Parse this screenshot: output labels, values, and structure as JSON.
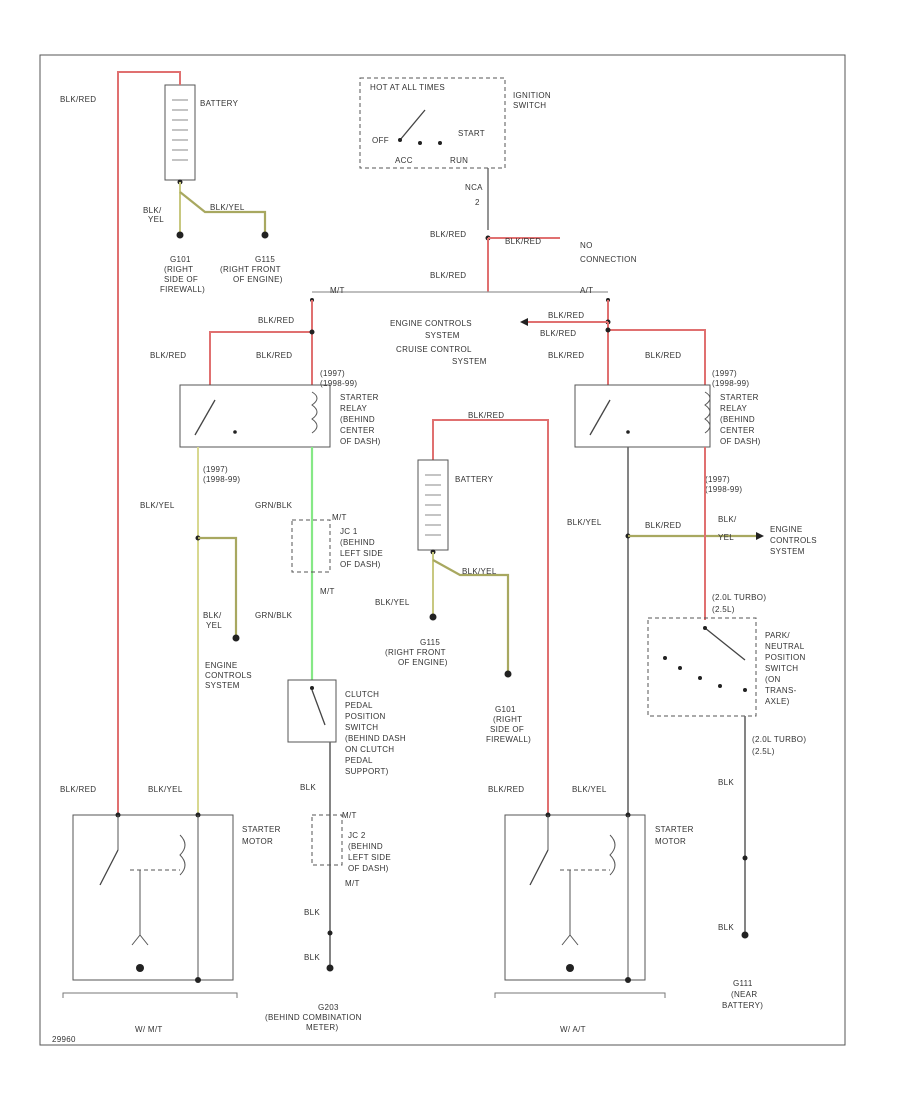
{
  "labels": {
    "bat1_wire": "BLK/RED",
    "bat1": "BATTERY",
    "bat1_neg_wire_a": "BLK/",
    "bat1_neg_wire_a2": "YEL",
    "bat1_neg_wire_b": "BLK/YEL",
    "g101": "G101",
    "g101_a": "(RIGHT",
    "g101_b": "SIDE OF",
    "g101_c": "FIREWALL)",
    "g115_top": "G115",
    "g115_top_a": "(RIGHT FRONT",
    "g115_top_b": "OF ENGINE)",
    "ign_mode": "HOT AT ALL TIMES",
    "ign_switch": "IGNITION",
    "ign_switch2": "SWITCH",
    "ign_off": "OFF",
    "ign_start": "START",
    "ign_acc": "ACC",
    "ign_run": "RUN",
    "ign_pin": "NCA",
    "ign_pin2": "2",
    "ign_wire1": "BLK/RED",
    "ign_wire2": "BLK/RED",
    "ign_wire_nc": "BLK/RED",
    "no_conn": "NO",
    "no_conn2": "CONNECTION",
    "mt_tag": "M/T",
    "at_tag": "A/T",
    "ecs1": "ENGINE CONTROLS",
    "ecs2": "SYSTEM",
    "ccs1": "CRUISE CONTROL",
    "ccs2": "SYSTEM",
    "ecs_wire": "BLK/RED",
    "ecs_wire2": "BLK/RED",
    "l_relay_in": "BLK/RED",
    "l_relay_in2": "BLK/RED",
    "l_relay_in3": "BLK/RED",
    "l_relay_pin_a": "(1997)",
    "l_relay_pin_b": "(1998-99)",
    "l_relay_1": "STARTER",
    "l_relay_2": "RELAY",
    "l_relay_3": "(BEHIND",
    "l_relay_4": "CENTER",
    "l_relay_5": "OF DASH)",
    "l_relay_out_a": "(1997)",
    "l_relay_out_b": "(1998-99)",
    "l_relay_out_wire": "BLK/YEL",
    "l_grn_wire": "GRN/BLK",
    "l_ecs_wire": "BLK/",
    "l_ecs_wire2": "YEL",
    "l_ecs1": "ENGINE",
    "l_ecs2": "CONTROLS",
    "l_ecs3": "SYSTEM",
    "jc1_a": "JC 1",
    "jc1_b": "(BEHIND",
    "jc1_c": "LEFT SIDE",
    "jc1_d": "OF DASH)",
    "jc1_pin1": "M/T",
    "jc1_pin2": "M/T",
    "grn_wire2": "GRN/BLK",
    "clutch1": "CLUTCH",
    "clutch2": "PEDAL",
    "clutch3": "POSITION",
    "clutch4": "SWITCH",
    "clutch5": "(BEHIND DASH",
    "clutch6": "ON CLUTCH",
    "clutch7": "PEDAL",
    "clutch8": "SUPPORT)",
    "clutch_blk": "BLK",
    "jc2_a": "JC 2",
    "jc2_b": "(BEHIND",
    "jc2_c": "LEFT SIDE",
    "jc2_d": "OF DASH)",
    "jc2_pin": "M/T",
    "jc2_pin2": "M/T",
    "blk_a": "BLK",
    "blk_b": "BLK",
    "g203": "G203",
    "g203_a": "(BEHIND COMBINATION",
    "g203_b": "METER)",
    "bat2_wire": "BLK/RED",
    "bat2": "BATTERY",
    "bat2_neg": "BLK/YEL",
    "bat2_neg2": "BLK/YEL",
    "g115_mid": "G115",
    "g115_mid_a": "(RIGHT FRONT",
    "g115_mid_b": "OF ENGINE)",
    "g101_mid": "G101",
    "g101_mid_a": "(RIGHT",
    "g101_mid_b": "SIDE OF",
    "g101_mid_c": "FIREWALL)",
    "r_relay_in": "BLK/RED",
    "r_relay_in2": "BLK/RED",
    "r_relay_pin_a": "(1997)",
    "r_relay_pin_b": "(1998-99)",
    "r_relay_1": "STARTER",
    "r_relay_2": "RELAY",
    "r_relay_3": "(BEHIND",
    "r_relay_4": "CENTER",
    "r_relay_5": "OF DASH)",
    "r_relay_out_a": "(1997)",
    "r_relay_out_b": "(1998-99)",
    "r_relay_out_wire": "BLK/YEL",
    "r_relay_out_wire2": "BLK/RED",
    "r_ecs_wire": "BLK/",
    "r_ecs_wire2": "YEL",
    "r_ecs1": "ENGINE",
    "r_ecs2": "CONTROLS",
    "r_ecs3": "SYSTEM",
    "turbo1": "(2.0L TURBO)",
    "turbo1b": "(2.5L)",
    "pnp1": "PARK/",
    "pnp2": "NEUTRAL",
    "pnp3": "POSITION",
    "pnp4": "SWITCH",
    "pnp5": "(ON",
    "pnp6": "TRANS-",
    "pnp7": "AXLE)",
    "turbo2": "(2.0L TURBO)",
    "turbo2b": "(2.5L)",
    "pnp_blk": "BLK",
    "pnp_blk2": "BLK",
    "g111": "G111",
    "g111_a": "(NEAR",
    "g111_b": "BATTERY)",
    "l_motor_wire1": "BLK/RED",
    "l_motor_wire2": "BLK/YEL",
    "l_motor1": "STARTER",
    "l_motor2": "MOTOR",
    "r_motor_wire1": "BLK/RED",
    "r_motor_wire2": "BLK/YEL",
    "r_motor1": "STARTER",
    "r_motor2": "MOTOR",
    "l_bracket": "W/ M/T",
    "r_bracket": "W/ A/T",
    "code": "29960"
  }
}
